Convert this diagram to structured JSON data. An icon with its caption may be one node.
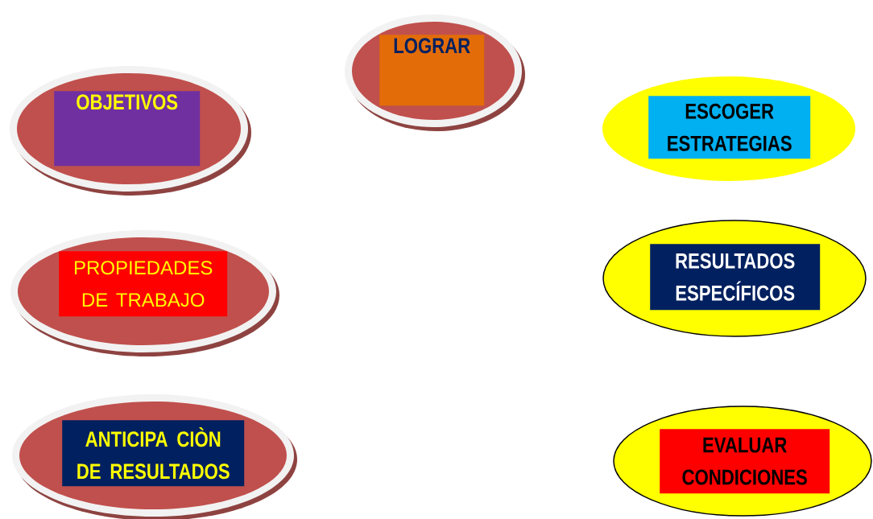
{
  "diagram": {
    "nodes": [
      {
        "text": [],
        "shape": "ellipse"
      },
      {
        "text": [
          "LOGRAR"
        ],
        "in": 0
      },
      {
        "text": [],
        "shape": "ellipse"
      },
      {
        "text": [
          "OBJETIVOS"
        ],
        "in": 2
      },
      {
        "text": [],
        "shape": "ellipse"
      },
      {
        "text": [
          "ESCOGER ESTRATEGIAS"
        ],
        "in": 4
      },
      {
        "text": [],
        "shape": "ellipse"
      },
      {
        "text": [
          "PROPIEDADES DE TRABAJO"
        ],
        "in": 6
      },
      {
        "text": [],
        "shape": "ellipse"
      },
      {
        "text": [
          "RESULTADOS ESPECÍFICOS"
        ],
        "in": 8
      },
      {
        "text": [],
        "shape": "ellipse"
      },
      {
        "text": [
          "ANTICIPA CIÒN DE RESULTADOS"
        ],
        "in": 10
      },
      {
        "text": [],
        "shape": "ellipse"
      },
      {
        "text": [
          "EVALUAR CONDICIONES"
        ],
        "in": 12
      }
    ]
  }
}
